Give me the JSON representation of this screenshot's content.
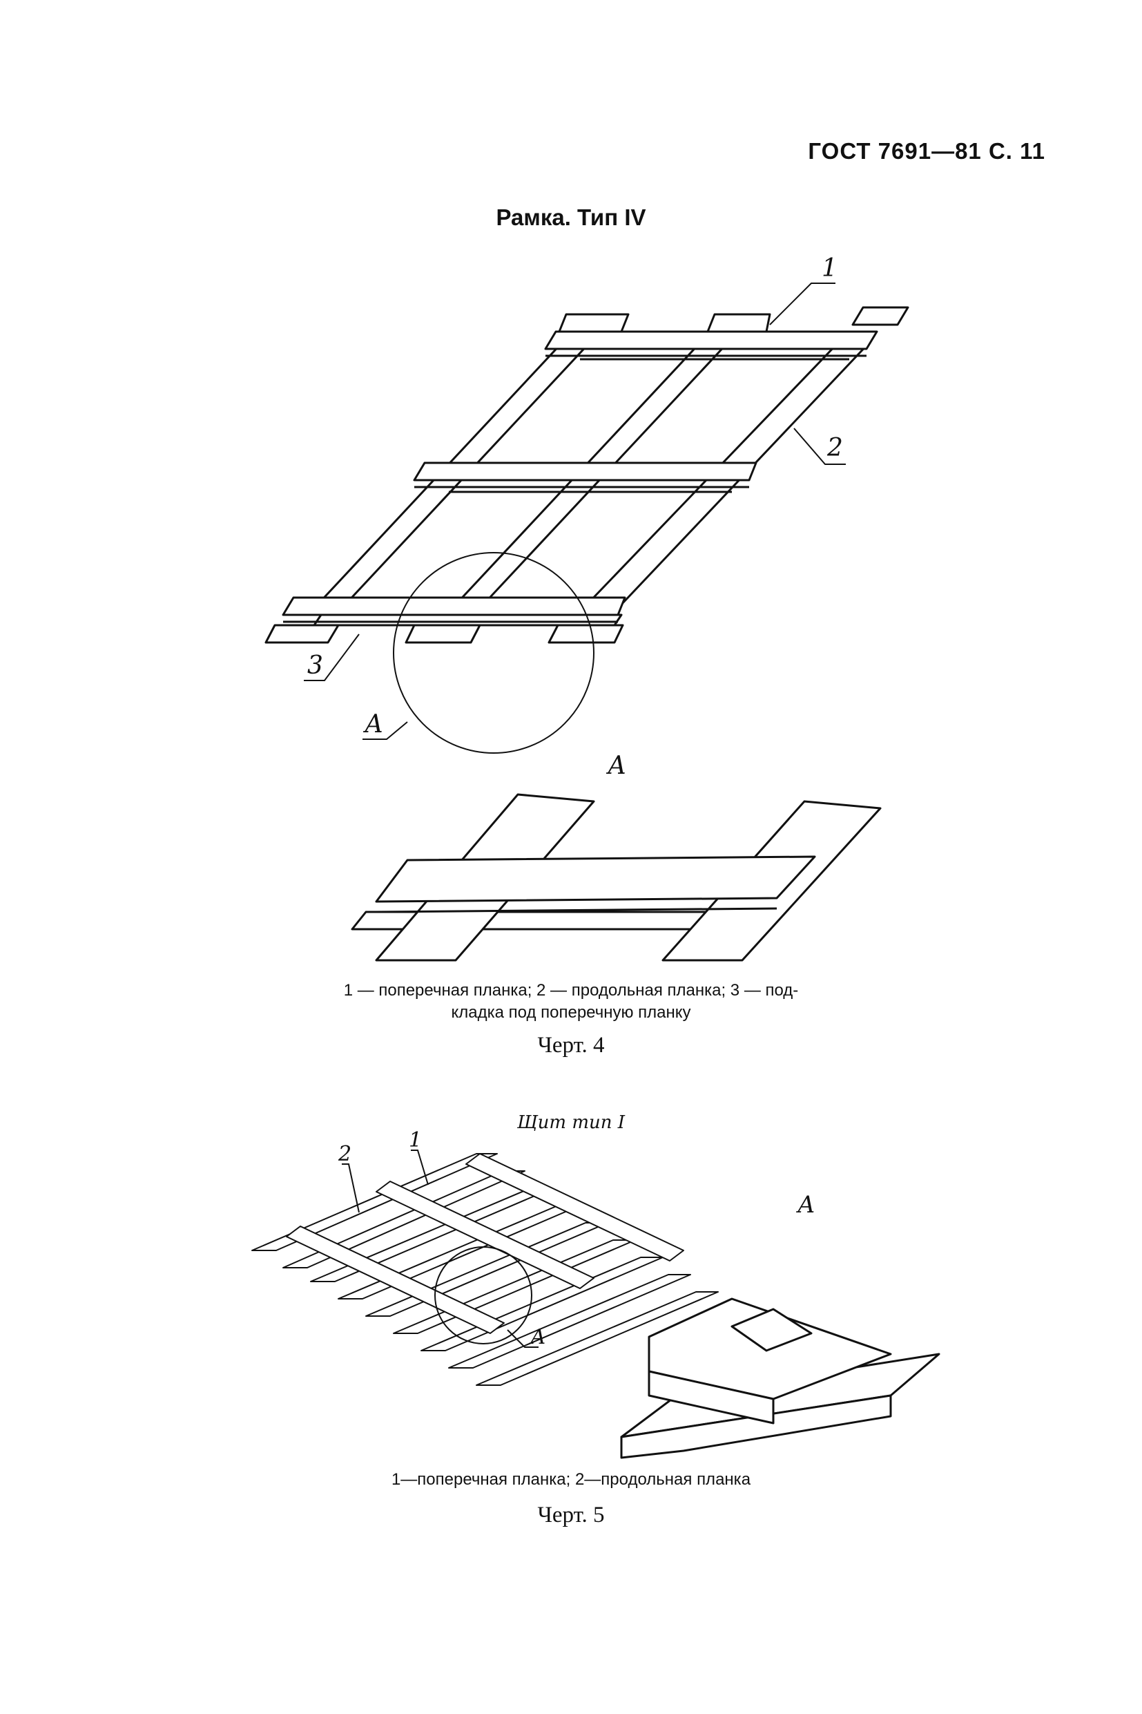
{
  "page": {
    "header": "ГОСТ 7691—81 С. 11"
  },
  "figure4": {
    "title": "Рамка. Тип IV",
    "callouts": {
      "c1": "1",
      "c2": "2",
      "c3": "3",
      "cA": "А"
    },
    "detail_label": "А",
    "caption_line1": "1 — поперечная планка;  2 — продольная планка;  3 — под-",
    "caption_line2": "кладка под поперечную планку",
    "number": "Черт. 4"
  },
  "figure5": {
    "subtitle": "Щит тип I",
    "callouts": {
      "c1": "1",
      "c2": "2",
      "cA": "А"
    },
    "detail_label": "А",
    "caption": "1—поперечная планка; 2—продольная планка",
    "number": "Черт. 5"
  }
}
